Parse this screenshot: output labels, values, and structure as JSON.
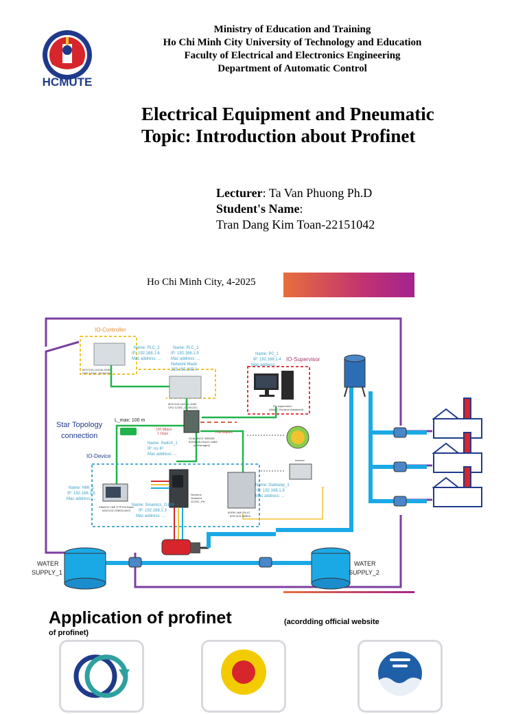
{
  "logo": {
    "text": "HCMUTE",
    "icon": "hcmute-logo"
  },
  "header": {
    "line1": "Ministry of Education and Training",
    "line2": "Ho Chi Minh City University of Technology and Education",
    "line3": "Faculty of Electrical and Electronics Engineering",
    "line4": "Department of Automatic Control"
  },
  "title": {
    "line1": "Electrical Equipment and Pneumatic",
    "line2": "Topic: Introduction about Profinet"
  },
  "people": {
    "lecturer_label": "Lecturer",
    "lecturer_sep": ":",
    "lecturer_value": " Ta Van Phuong Ph.D",
    "student_label": "Student's Name",
    "student_sep": ":",
    "student_value": "Tran Dang Kim Toan-22151042"
  },
  "city": "Ho Chi Minh City, 4-2025",
  "diagram": {
    "io_controller": "IO-Controller",
    "plc2": [
      "Name: PLC_2",
      "IP: 192.168.1.6",
      "Mac address: ..."
    ],
    "plc1": [
      "Name: PLC_1",
      "IP: 192.168.1.5",
      "Mac address: ...",
      "Network Mask:",
      "255.255.255.0"
    ],
    "cpu2": [
      "6ES7215-1AG40-0XB0",
      "CPU 1215C_DC/DC/DC"
    ],
    "cpu1": [
      "6ES7215-1AG40-0XB0",
      "CPU 1215C_DC/DC/DC"
    ],
    "pc1": [
      "Name: PC_1",
      "IP: 192.168.1.4",
      "Mac address: ..."
    ],
    "io_supervisor": "IO-Supervisor",
    "pc_caption": [
      "PC supervision",
      "(WinCC Runtime Advanced)"
    ],
    "star_topology": [
      "Star Topology",
      "connection"
    ],
    "lmax": "L_max: 100 m",
    "speed": [
      "100 Mbps/",
      "1 Gbps"
    ],
    "full_duplex": "Full Duplex",
    "switch_model": [
      "SCALANCE XB008G",
      "6GK5008-0GA10-1AB2",
      "(unmanaged)"
    ],
    "switch": [
      "Name: Switch_1",
      "IP: no IP",
      "Mac address: ..."
    ],
    "io_device": "IO-Device",
    "hmi": [
      "Name: HMI_1",
      "IP: 192.168.1.8",
      "Mac address: ..."
    ],
    "hmi_model": [
      "SIMATIC HMI KTP700 Basic",
      "6AV2123-2GB03-0AX0"
    ],
    "sinamics": [
      "Name: Sinamics_G120",
      "IP: 192.168.1.3",
      "Mac address: ..."
    ],
    "sinamics_model": [
      "Siemens",
      "Sinamics",
      "G120C_PN"
    ],
    "gateway": [
      "Name: Gateway_1",
      "IP: 192.168.1.9",
      "Mac address: ..."
    ],
    "gateway_model": [
      "IE/PB LINK PN IO",
      "6GK1411-5AB10"
    ],
    "internet": "Internet",
    "water1": [
      "WATER",
      "SUPPLY_1"
    ],
    "water2": [
      "WATER",
      "SUPPLY_2"
    ]
  },
  "app": {
    "title": "Application of profinet",
    "subtitle": "(acordding official website",
    "subtitle2": "of profinet)",
    "cards": [
      {
        "icon": "cycle-arrows-icon",
        "label": ""
      },
      {
        "icon": "emergency-stop-icon",
        "label": ""
      },
      {
        "icon": "water-tank-icon",
        "label": ""
      }
    ]
  },
  "colors": {
    "purple": "#7b3fa0",
    "green": "#1fb34a",
    "yellow": "#f2c230",
    "blue": "#1ba9e6",
    "red": "#d6262c",
    "label": "#3aa0c8"
  }
}
